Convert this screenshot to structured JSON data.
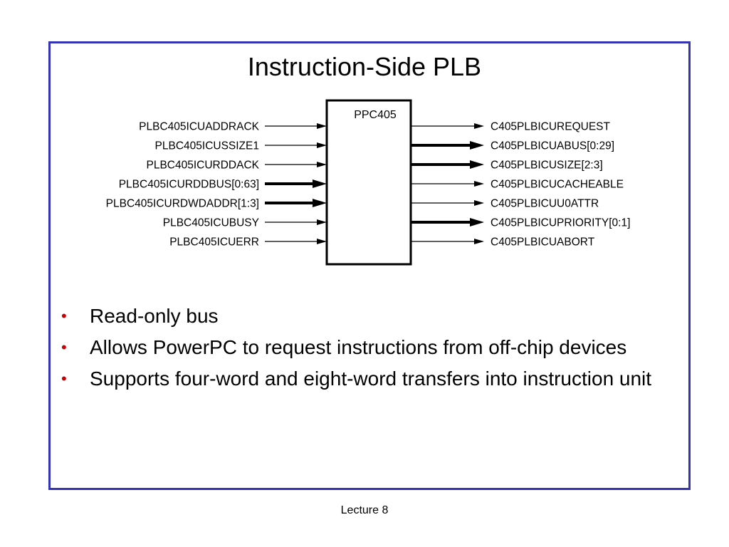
{
  "slide": {
    "title": "Instruction-Side PLB",
    "footer": "Lecture 8",
    "frame_color": "#3333b3",
    "bullet_color": "#cc0000"
  },
  "diagram": {
    "block_label": "PPC405",
    "inputs": [
      {
        "label": "PLBC405ICUADDRACK",
        "bus": false
      },
      {
        "label": "PLBC405ICUSSIZE1",
        "bus": false
      },
      {
        "label": "PLBC405ICURDDACK",
        "bus": false
      },
      {
        "label": "PLBC405ICURDDBUS[0:63]",
        "bus": true
      },
      {
        "label": "PLBC405ICURDWDADDR[1:3]",
        "bus": true
      },
      {
        "label": "PLBC405ICUBUSY",
        "bus": false
      },
      {
        "label": "PLBC405ICUERR",
        "bus": false
      }
    ],
    "outputs": [
      {
        "label": "C405PLBICUREQUEST",
        "bus": false
      },
      {
        "label": "C405PLBICUABUS[0:29]",
        "bus": true
      },
      {
        "label": "C405PLBICUSIZE[2:3]",
        "bus": true
      },
      {
        "label": "C405PLBICUCACHEABLE",
        "bus": false
      },
      {
        "label": "C405PLBICUU0ATTR",
        "bus": false
      },
      {
        "label": "C405PLBICUPRIORITY[0:1]",
        "bus": true
      },
      {
        "label": "C405PLBICUABORT",
        "bus": false
      }
    ]
  },
  "bullets": [
    "Read-only bus",
    "Allows PowerPC to request instructions from off-chip devices",
    "Supports four-word and eight-word transfers into instruction unit"
  ]
}
